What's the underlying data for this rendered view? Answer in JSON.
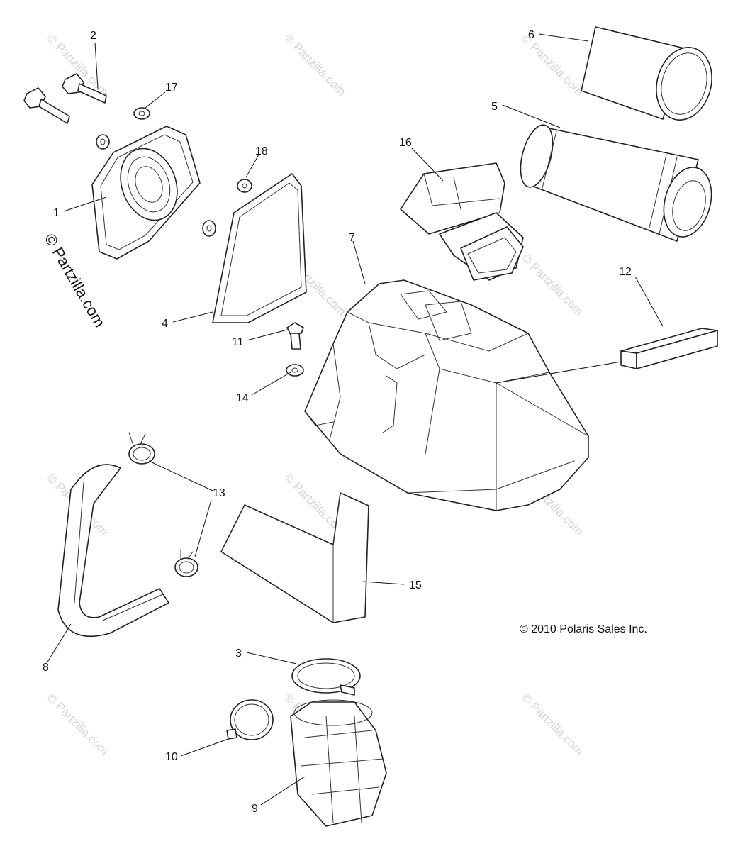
{
  "diagram": {
    "copyright": "© 2010 Polaris Sales Inc.",
    "brand_text": "© Partzilla.com",
    "watermark_text": "© Partzilla.com",
    "colors": {
      "line": "#222222",
      "watermark": "#d4d4d4",
      "background": "#ffffff"
    },
    "callouts": [
      "1",
      "2",
      "3",
      "4",
      "5",
      "6",
      "7",
      "8",
      "9",
      "10",
      "11",
      "12",
      "13",
      "14",
      "15",
      "16",
      "17",
      "18"
    ]
  }
}
